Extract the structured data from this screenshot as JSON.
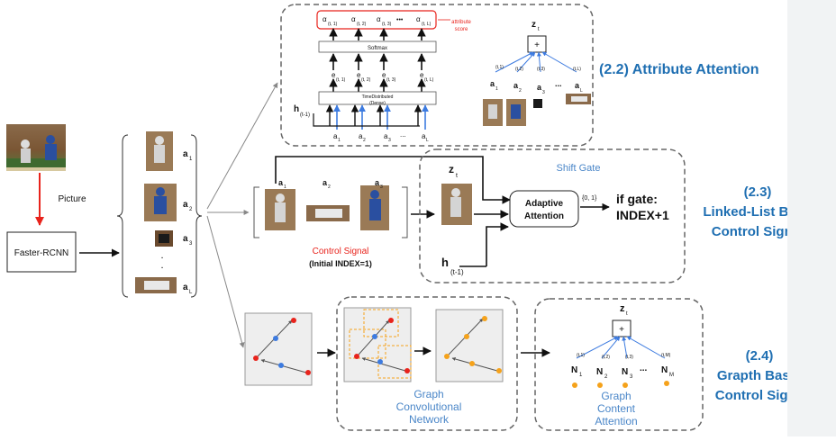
{
  "picture_label": "Picture",
  "detector_label": "Faster-RCNN",
  "attributes": [
    "a",
    "a",
    "a",
    "a"
  ],
  "attribute_subs": [
    "1",
    "2",
    "3",
    "L"
  ],
  "dots_v": [
    ".",
    "."
  ],
  "attr_attention": {
    "alpha": "α",
    "alpha_subs": [
      "(t, 1)",
      "(t, 2)",
      "(t, 3)",
      "(t, L)"
    ],
    "ellipsis": "•••",
    "attribute_score_1": "attribute",
    "attribute_score_2": "score",
    "softmax": "Softmax",
    "e": "e",
    "e_subs": [
      "(t, 1)",
      "(t, 2)",
      "(t, 3)",
      "(t, L)"
    ],
    "time_distributed_1": "TimeDistributed",
    "time_distributed_2": "(Dense)",
    "h": "h",
    "h_sub": "(t-1)",
    "a_subs": [
      "1",
      "2",
      "3",
      "L"
    ],
    "dots": "...",
    "z": "z",
    "z_sub": "t",
    "plus": "+",
    "mini_alpha_subs": [
      "(t,1)",
      "(t,2)",
      "(t,3)",
      "(t,L)"
    ],
    "mini_a_subs": [
      "1",
      "2",
      "3",
      "L"
    ],
    "title": "(2.2) Attribute Attention"
  },
  "linked": {
    "a_subs": [
      "1",
      "2",
      "3"
    ],
    "control_signal": "Control Signal",
    "initial_index": "(Initial INDEX=1)",
    "shift_gate": "Shift Gate",
    "z": "z",
    "z_sub": "t",
    "adaptive_1": "Adaptive",
    "adaptive_2": "Attention",
    "gate_range": "{0, 1}",
    "if_gate_1": "if gate:",
    "if_gate_2": "INDEX+1",
    "h": "h",
    "h_sub": "(t-1)",
    "title_1": "(2.3)",
    "title_2": "Linked-List Based",
    "title_3": "Control Signal"
  },
  "graph": {
    "gcn_1": "Graph",
    "gcn_2": "Convolutional",
    "gcn_3": "Network",
    "z": "z",
    "z_sub": "t",
    "plus": "+",
    "node": "N",
    "node_subs": [
      "1",
      "2",
      "3",
      "M"
    ],
    "dots": "...",
    "mini_alpha_subs": [
      "(t,1)",
      "(t,2)",
      "(t,3)",
      "(t,M)"
    ],
    "gca_1": "Graph",
    "gca_2": "Content",
    "gca_3": "Attention",
    "title_1": "(2.4)",
    "title_2": "Grapth Based",
    "title_3": "Control Signal"
  },
  "colors": {
    "accent_blue": "#1f6fb2",
    "gate_blue": "#4a86c8",
    "red": "#e8231c",
    "orange": "#f5a21b",
    "node_blue": "#3d7be0",
    "node_red": "#e8231c",
    "dashed": "#666666"
  },
  "icons": [
    "scrollbar"
  ]
}
